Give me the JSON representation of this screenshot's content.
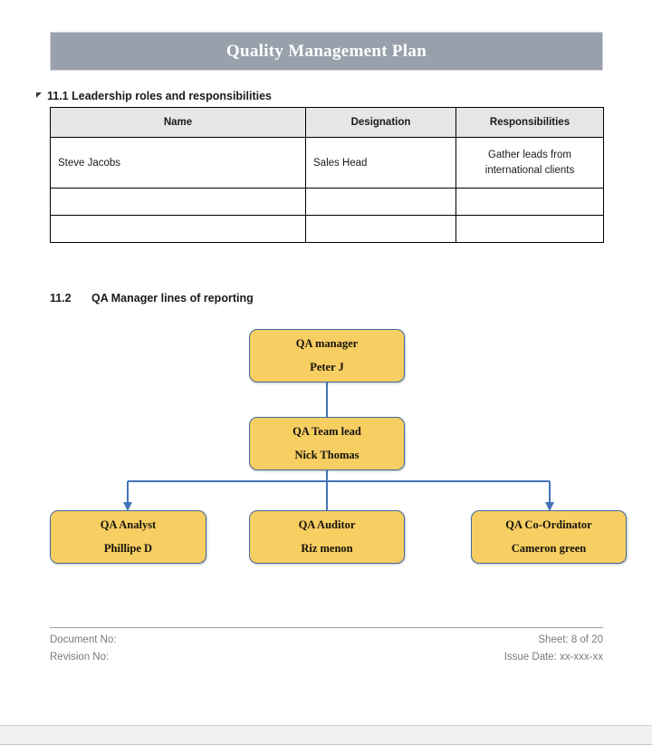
{
  "document": {
    "title": "Quality Management Plan"
  },
  "sections": {
    "s11_1": {
      "number": "11.1",
      "heading": "11.1 Leadership roles and responsibilities",
      "collapse_marker_icon": "triangle-collapse-icon"
    },
    "s11_2": {
      "number": "11.2",
      "title": "QA Manager lines of reporting"
    }
  },
  "table": {
    "columns": [
      "Name",
      "Designation",
      "Responsibilities"
    ],
    "rows": [
      [
        "Steve Jacobs",
        "Sales Head",
        "Gather leads from international clients"
      ],
      [
        "",
        "",
        ""
      ],
      [
        "",
        "",
        ""
      ]
    ],
    "header_fill": "#E6E6E6",
    "border_color": "#000000"
  },
  "org_chart": {
    "box_fill": "#F7CE62",
    "box_border": "#41699B",
    "connector_color": "#4472B8",
    "nodes": [
      {
        "id": "qa-manager",
        "role": "QA manager",
        "person": "Peter J"
      },
      {
        "id": "qa-team-lead",
        "role": "QA Team lead",
        "person": "Nick Thomas"
      },
      {
        "id": "qa-analyst",
        "role": "QA Analyst",
        "person": "Phillipe D"
      },
      {
        "id": "qa-auditor",
        "role": "QA Auditor",
        "person": "Riz menon"
      },
      {
        "id": "qa-coordinator",
        "role": "QA Co-Ordinator",
        "person": "Cameron green"
      }
    ]
  },
  "footer": {
    "document_no": "Document No:",
    "revision_no": "Revision No:",
    "sheet": "Sheet: 8 of 20",
    "issue_date": "Issue Date: xx-xxx-xx"
  },
  "colors": {
    "banner": "#98A0AC",
    "banner_text": "#FFFFFF",
    "footer_text": "#7A7A7A"
  }
}
